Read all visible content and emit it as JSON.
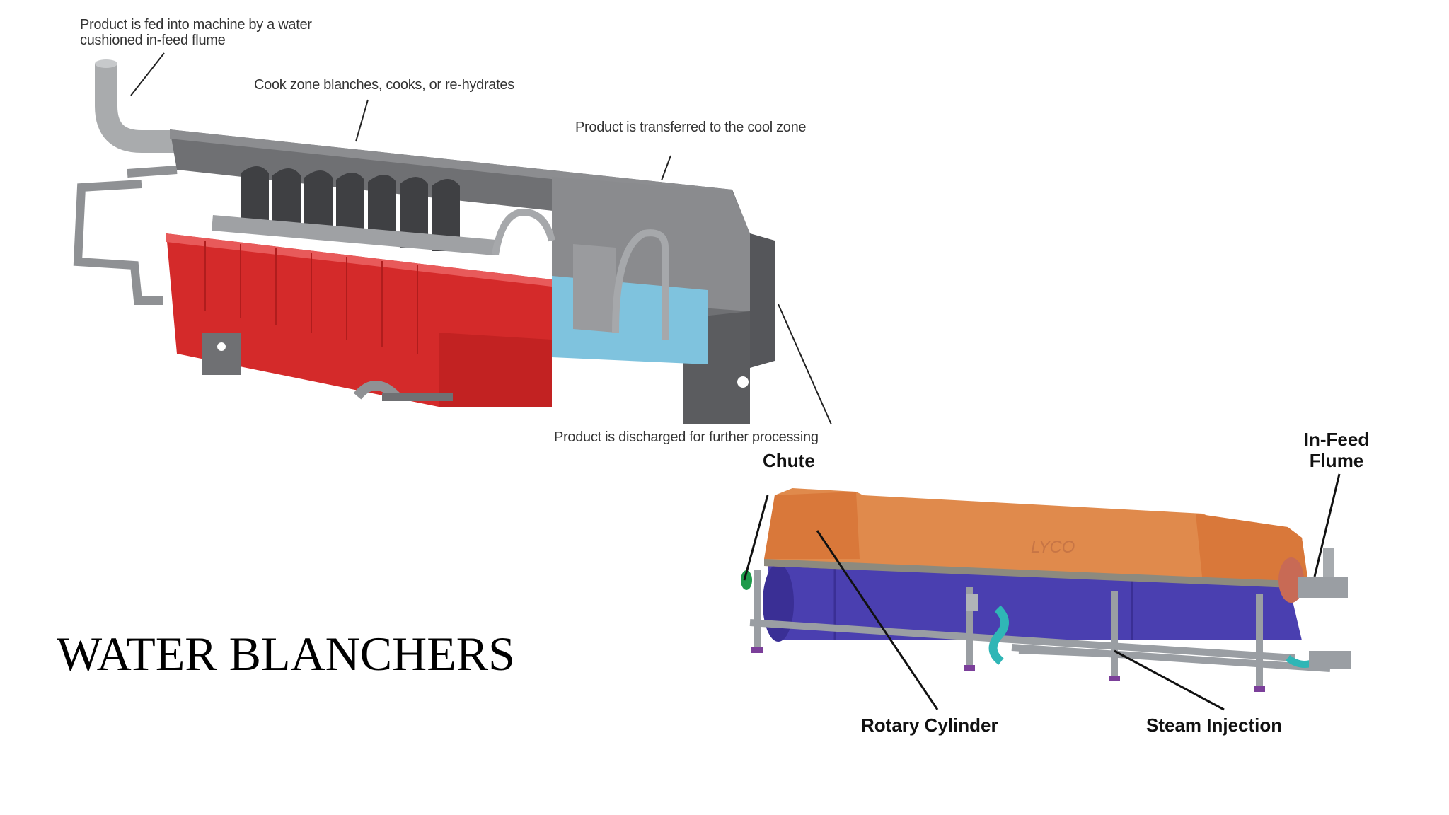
{
  "slide": {
    "title": "WATER BLANCHERS"
  },
  "top_diagram": {
    "captions": {
      "infeed_line1": "Product is fed into machine by a water",
      "infeed_line2": "cushioned in-feed flume",
      "cook_zone": "Cook zone blanches, cooks, or re-hydrates",
      "transfer": "Product is transferred to the cool zone",
      "discharge": "Product is discharged for further processing"
    },
    "colors": {
      "cook_zone": "#d42a2a",
      "cool_zone": "#7fc3de",
      "housing": "#6f7073"
    }
  },
  "bottom_diagram": {
    "brand": "LYCO",
    "labels": {
      "chute": "Chute",
      "infeed_line1": "In-Feed",
      "infeed_line2": "Flume",
      "rotary_cylinder": "Rotary Cylinder",
      "steam_injection": "Steam Injection"
    },
    "colors": {
      "cover": "#e08a4c",
      "cylinder": "#4a3fb0",
      "frame": "#9a9ea3"
    }
  }
}
